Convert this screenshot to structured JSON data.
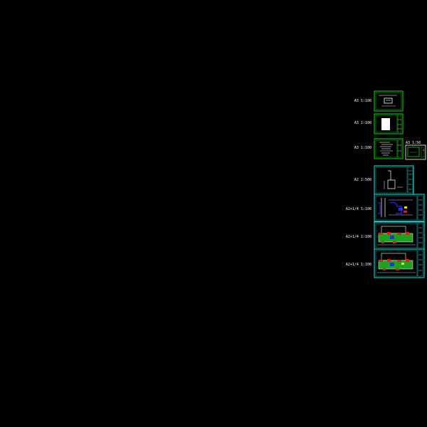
{
  "drawing": {
    "background": "#000000",
    "colors": {
      "frame_green": "#19d119",
      "frame_cyan": "#19e6e6",
      "label_white": "#ffffff",
      "wall_red": "#e31c1c",
      "fixture_blue": "#2b2bff",
      "fill_green": "#1fa11f",
      "accent_yellow": "#e6e600"
    },
    "sheets": [
      {
        "id": "s1",
        "label": "A3 1:100"
      },
      {
        "id": "s2",
        "label": "A3 1:100"
      },
      {
        "id": "s3",
        "label": "A3 1:100"
      },
      {
        "id": "s4",
        "label": "A3 1:50"
      },
      {
        "id": "s5",
        "label": "A2 1:500"
      },
      {
        "id": "s6",
        "label": "A2+1/4 1:100"
      },
      {
        "id": "s7",
        "label": "A2+1/4 1:100"
      },
      {
        "id": "s8",
        "label": "A2+1/4 1:100"
      }
    ]
  }
}
